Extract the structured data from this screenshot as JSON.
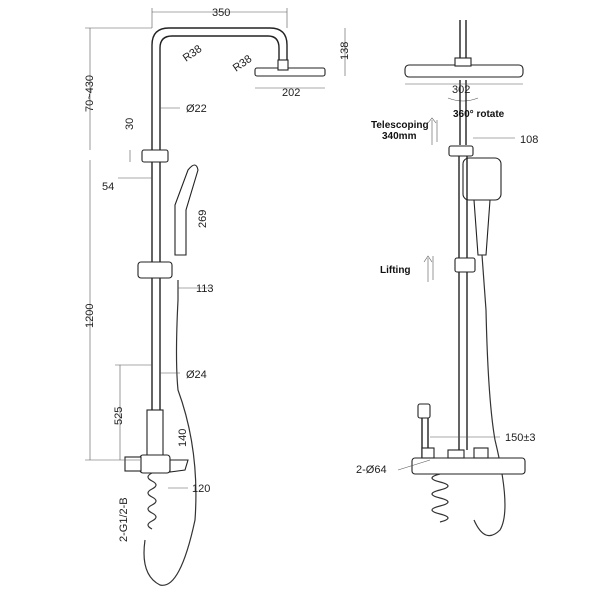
{
  "left_view": {
    "dim_width_top": "350",
    "dim_height_range": "70~430",
    "radius_1": "R38",
    "radius_2": "R38",
    "dim_head_height": "138",
    "dim_head_width": "202",
    "dim_pipe_dia_top": "Ø22",
    "dim_holder_30": "30",
    "dim_holder_54": "54",
    "dim_hand_269": "269",
    "dim_slider_113": "113",
    "dim_total_1200": "1200",
    "dim_pipe_dia_low": "Ø24",
    "dim_mixer_525": "525",
    "dim_spout_140": "140",
    "dim_inlet_120": "120",
    "dim_inlet_thread": "2-G1/2-B"
  },
  "right_view": {
    "dim_head_302": "302",
    "rotate_label": "360° rotate",
    "telescoping_label": "Telescoping",
    "telescoping_value": "340mm",
    "dim_108": "108",
    "lifting_label": "Lifting",
    "dim_150": "150±3",
    "dim_2_64": "2-Ø64"
  },
  "colors": {
    "line": "#222222",
    "dimension": "#555555",
    "background": "#ffffff"
  }
}
